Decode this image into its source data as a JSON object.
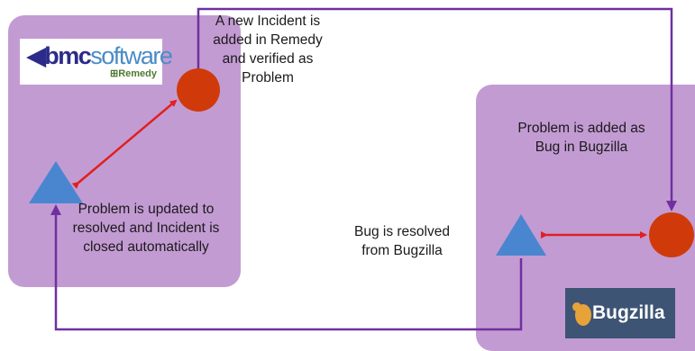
{
  "diagram": {
    "incident_text": "A new Incident is added in Remedy and verified as Problem",
    "problem_updated_text": "Problem is updated to resolved and Incident is closed automatically",
    "bug_resolved_text": "Bug is resolved from Bugzilla",
    "problem_added_text": "Problem is added as Bug in Bugzilla"
  },
  "logos": {
    "bmc": {
      "bold": "bmc",
      "light": "software",
      "sub": "⊞Remedy"
    },
    "bugzilla": {
      "text": "Bugzilla"
    }
  },
  "colors": {
    "panel": "#c39bd3",
    "circle": "#d03a0a",
    "triangle": "#4a86d0",
    "bidirectional_arrow": "#e02020",
    "flow_arrow": "#7030a0"
  }
}
